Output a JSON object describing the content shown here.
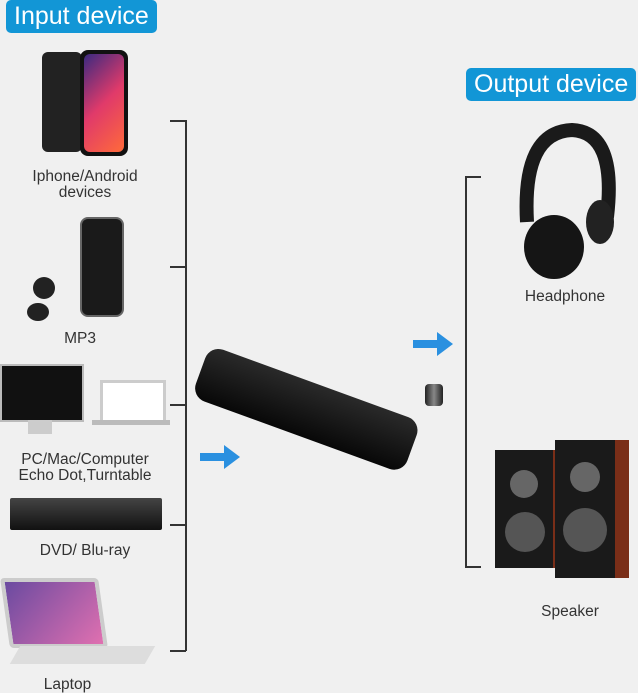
{
  "input_title": "Input device",
  "output_title": "Output device",
  "inputs": [
    {
      "label": "Iphone/Android devices",
      "icon": "smartphone-icon"
    },
    {
      "label": "MP3",
      "icon": "mp3-player-icon"
    },
    {
      "label": "PC/Mac/Computer Echo Dot,Turntable",
      "icon": "computer-icon"
    },
    {
      "label": "DVD/ Blu-ray",
      "icon": "dvd-player-icon"
    },
    {
      "label": "Laptop",
      "icon": "laptop-icon"
    }
  ],
  "outputs": [
    {
      "label": "Headphone",
      "icon": "headphone-icon"
    },
    {
      "label": "Speaker",
      "icon": "speaker-icon"
    }
  ],
  "colors": {
    "accent": "#1296d6",
    "arrow": "#2a90e0",
    "background": "#f0f0f0"
  }
}
